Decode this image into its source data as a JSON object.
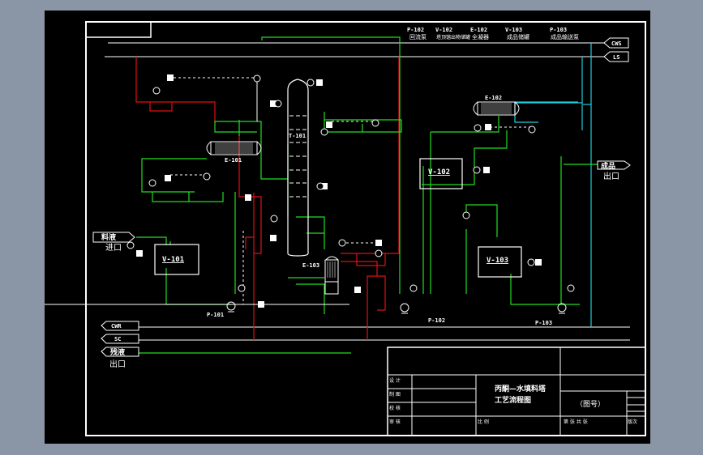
{
  "drawing": {
    "title_line1": "丙酮—水填料塔",
    "title_line2": "工艺流程图",
    "drawing_no": "（图号）",
    "colors": {
      "background": "#000000",
      "frame": "#ffffff",
      "process_line": "#22dd22",
      "steam_line": "#e01010",
      "cooling_water": "#22ccdd",
      "viewport": "#8a95a5"
    }
  },
  "legend_header": [
    {
      "tag": "P-102",
      "name": "回流泵"
    },
    {
      "tag": "V-102",
      "name": "塔顶馏出物储罐"
    },
    {
      "tag": "E-102",
      "name": "全凝器"
    },
    {
      "tag": "V-103",
      "name": "成品储罐"
    },
    {
      "tag": "P-103",
      "name": "成品输送泵"
    }
  ],
  "utility_lines": {
    "top": [
      {
        "label": "CWS"
      },
      {
        "label": "LS"
      }
    ],
    "bottom": [
      {
        "label": "CWR"
      },
      {
        "label": "SC"
      },
      {
        "label": "残液",
        "sub": "出口"
      }
    ]
  },
  "streams": {
    "feed_in": {
      "label": "料液",
      "sub": "进口"
    },
    "product_out": {
      "label": "成品",
      "sub": "出口"
    }
  },
  "equipment": {
    "V101": "V-101",
    "V102": "V-102",
    "V103": "V-103",
    "E101": "E-101",
    "E102": "E-102",
    "E103": "E-103",
    "T101": "T-101",
    "P101": "P-101",
    "P102": "P-102",
    "P103": "P-103"
  },
  "title_block": {
    "rows": [
      {
        "label": "设 计"
      },
      {
        "label": "制 图"
      },
      {
        "label": "校 核"
      },
      {
        "label": "审 核"
      }
    ],
    "scale_label": "比 例",
    "sheet_label": "第  张  共  张",
    "version_label": "版次"
  }
}
